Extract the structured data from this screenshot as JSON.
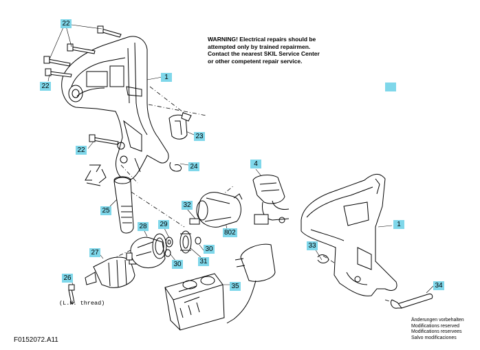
{
  "warning": {
    "lines": [
      "WARNING! Electrical repairs should be",
      "attempted only by trained repairmen.",
      "Contact the nearest SKIL Service Center",
      "or other competent repair service."
    ]
  },
  "parts": {
    "p22a": "22",
    "p22b": "22",
    "p22c": "22",
    "p1a": "1",
    "p23": "23",
    "p24": "24",
    "p4": "4",
    "p25": "25",
    "p32": "32",
    "p802": "802",
    "p28": "28",
    "p29": "29",
    "p30a": "30",
    "p30b": "30",
    "p31": "31",
    "p27": "27",
    "p26": "26",
    "p35": "35",
    "p1b": "1",
    "p33": "33",
    "p34": "34"
  },
  "notes": {
    "lh_thread": "(L.H. thread)",
    "modifications": [
      "Änderungen vorbehalten",
      "Modifications reserved",
      "Modifications reservees",
      "Salvo modificaciones"
    ],
    "drawing_code": "F0152072.A11"
  },
  "colors": {
    "label_bg": "#7fd7ea",
    "line": "#000000"
  }
}
